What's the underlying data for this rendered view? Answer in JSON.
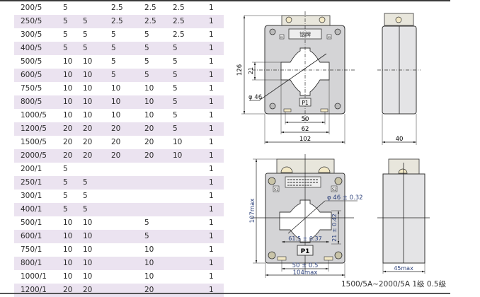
{
  "spec_table": {
    "rows": [
      [
        "200/5",
        "5",
        "",
        "2.5",
        "2.5",
        "2.5",
        "1"
      ],
      [
        "250/5",
        "5",
        "5",
        "2.5",
        "2.5",
        "2.5",
        "1"
      ],
      [
        "300/5",
        "5",
        "5",
        "5",
        "5",
        "2.5",
        "1"
      ],
      [
        "400/5",
        "5",
        "5",
        "5",
        "5",
        "5",
        "1"
      ],
      [
        "500/5",
        "10",
        "10",
        "5",
        "5",
        "5",
        "1"
      ],
      [
        "600/5",
        "10",
        "10",
        "5",
        "5",
        "5",
        "1"
      ],
      [
        "750/5",
        "10",
        "10",
        "10",
        "10",
        "5",
        "1"
      ],
      [
        "800/5",
        "10",
        "10",
        "10",
        "10",
        "5",
        "1"
      ],
      [
        "1000/5",
        "10",
        "10",
        "10",
        "10",
        "5",
        "1"
      ],
      [
        "1200/5",
        "20",
        "20",
        "20",
        "20",
        "5",
        "1"
      ],
      [
        "1500/5",
        "20",
        "20",
        "20",
        "20",
        "10",
        "1"
      ],
      [
        "2000/5",
        "20",
        "20",
        "20",
        "20",
        "10",
        "1"
      ],
      [
        "200/1",
        "5",
        "",
        "",
        "",
        "",
        "1"
      ],
      [
        "250/1",
        "5",
        "5",
        "",
        "",
        "",
        "1"
      ],
      [
        "300/1",
        "5",
        "5",
        "",
        "",
        "",
        "1"
      ],
      [
        "400/1",
        "5",
        "5",
        "",
        "",
        "",
        "1"
      ],
      [
        "500/1",
        "10",
        "10",
        "",
        "5",
        "",
        "1"
      ],
      [
        "600/1",
        "10",
        "10",
        "",
        "5",
        "",
        "1"
      ],
      [
        "750/1",
        "10",
        "10",
        "",
        "10",
        "",
        "1"
      ],
      [
        "800/1",
        "10",
        "10",
        "",
        "10",
        "",
        "1"
      ],
      [
        "1000/1",
        "10",
        "10",
        "",
        "10",
        "",
        "1"
      ],
      [
        "1200/1",
        "20",
        "20",
        "",
        "20",
        "",
        "1"
      ]
    ]
  },
  "diagram_top": {
    "nameplate": "铭牌",
    "terminal_s1": "S1",
    "terminal_s2": "S2",
    "p1_label": "P1",
    "dim_height": "126",
    "dim_window_height": "21",
    "dim_diameter": "φ 46",
    "dim_inner": "50",
    "dim_mid": "62",
    "dim_width": "102",
    "dim_depth": "40"
  },
  "diagram_bottom": {
    "terminal_s1": "S1",
    "terminal_s2": "S2",
    "p1_label": "P1",
    "dim_height": "107max",
    "dim_diameter": "φ 46 ± 0.32",
    "dim_window_height": "21 ± 0.42",
    "dim_window_width": "61.5 ± 0.37",
    "dim_inner": "50 ± 0.5",
    "dim_width": "104max",
    "dim_depth": "45max"
  },
  "caption": "1500/5A~2000/5A 1级 0.5级",
  "colors": {
    "row_band": "#ebe3f0",
    "body_fill": "#d4d4d6",
    "side_fill": "#e4e4e6",
    "dim_blue": "#2a3f7a"
  }
}
